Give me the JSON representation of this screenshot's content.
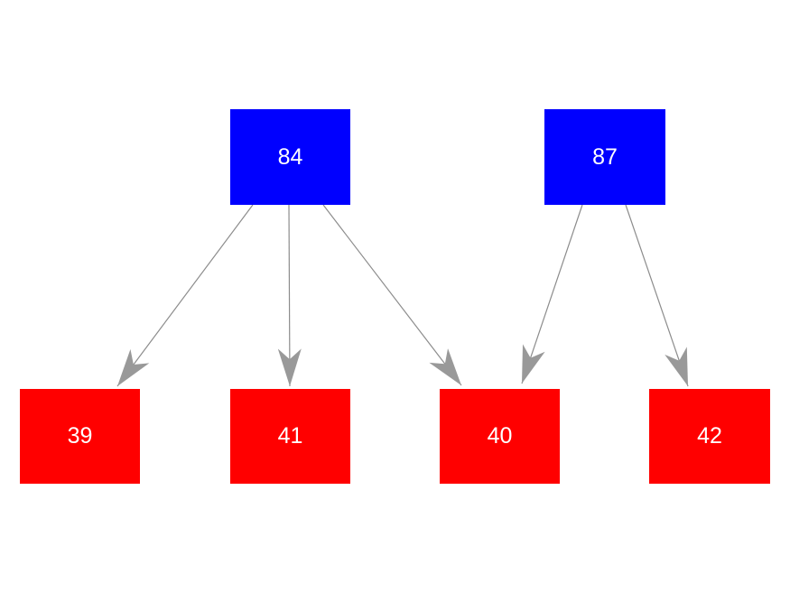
{
  "diagram": {
    "background_color": "#ffffff",
    "parent_node_color": "#0000ff",
    "child_node_color": "#ff0000",
    "edge_color": "#8c8c8c",
    "arrowhead_color": "#999999",
    "node_text_color": "#ffffff",
    "nodes": [
      {
        "id": "84",
        "label": "84",
        "type": "parent",
        "row": "top"
      },
      {
        "id": "87",
        "label": "87",
        "type": "parent",
        "row": "top"
      },
      {
        "id": "39",
        "label": "39",
        "type": "child",
        "row": "bottom"
      },
      {
        "id": "41",
        "label": "41",
        "type": "child",
        "row": "bottom"
      },
      {
        "id": "40",
        "label": "40",
        "type": "child",
        "row": "bottom"
      },
      {
        "id": "42",
        "label": "42",
        "type": "child",
        "row": "bottom"
      }
    ],
    "edges": [
      {
        "from": "84",
        "to": "39"
      },
      {
        "from": "84",
        "to": "41"
      },
      {
        "from": "84",
        "to": "40"
      },
      {
        "from": "87",
        "to": "40"
      },
      {
        "from": "87",
        "to": "42"
      }
    ]
  }
}
